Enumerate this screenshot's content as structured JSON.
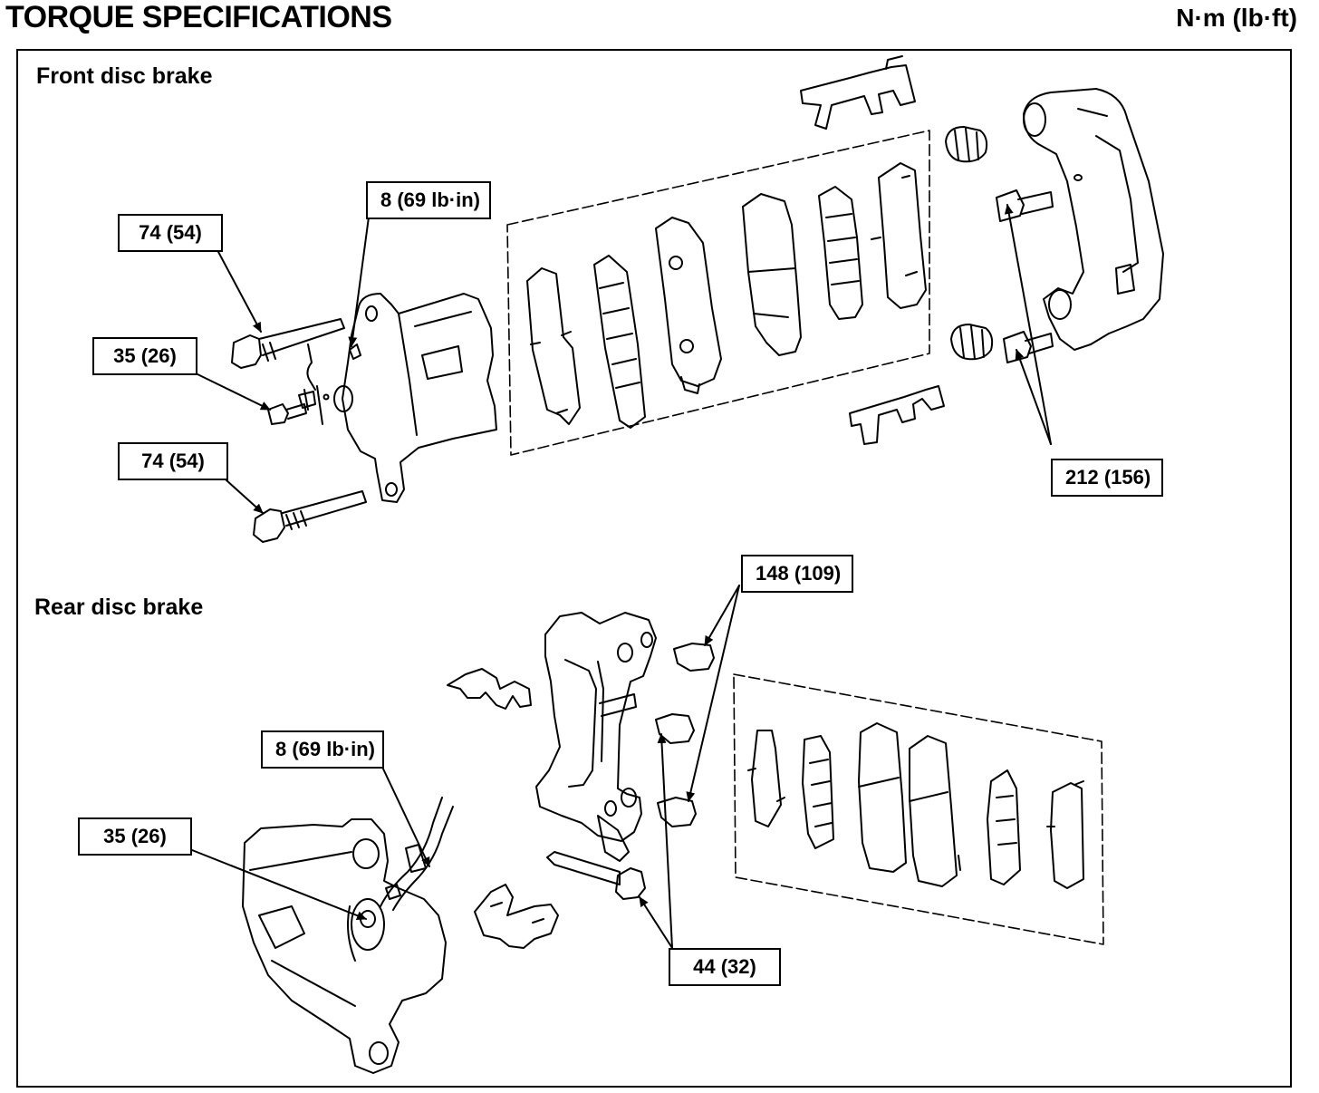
{
  "header": {
    "title": "TORQUE SPECIFICATIONS",
    "units": "N·m (lb·ft)"
  },
  "sections": {
    "front": {
      "title": "Front disc brake"
    },
    "rear": {
      "title": "Rear disc brake"
    }
  },
  "callouts": {
    "front_upper_pin": "74 (54)",
    "front_banjo": "35 (26)",
    "front_lower_pin": "74 (54)",
    "front_bleeder": "8 (69 lb·in)",
    "front_bracket": "212 (156)",
    "rear_bracket": "148 (109)",
    "rear_bleeder": "8 (69 lb·in)",
    "rear_banjo": "35 (26)",
    "rear_pins": "44 (32)"
  },
  "colors": {
    "ink": "#000000",
    "paper": "#ffffff"
  }
}
